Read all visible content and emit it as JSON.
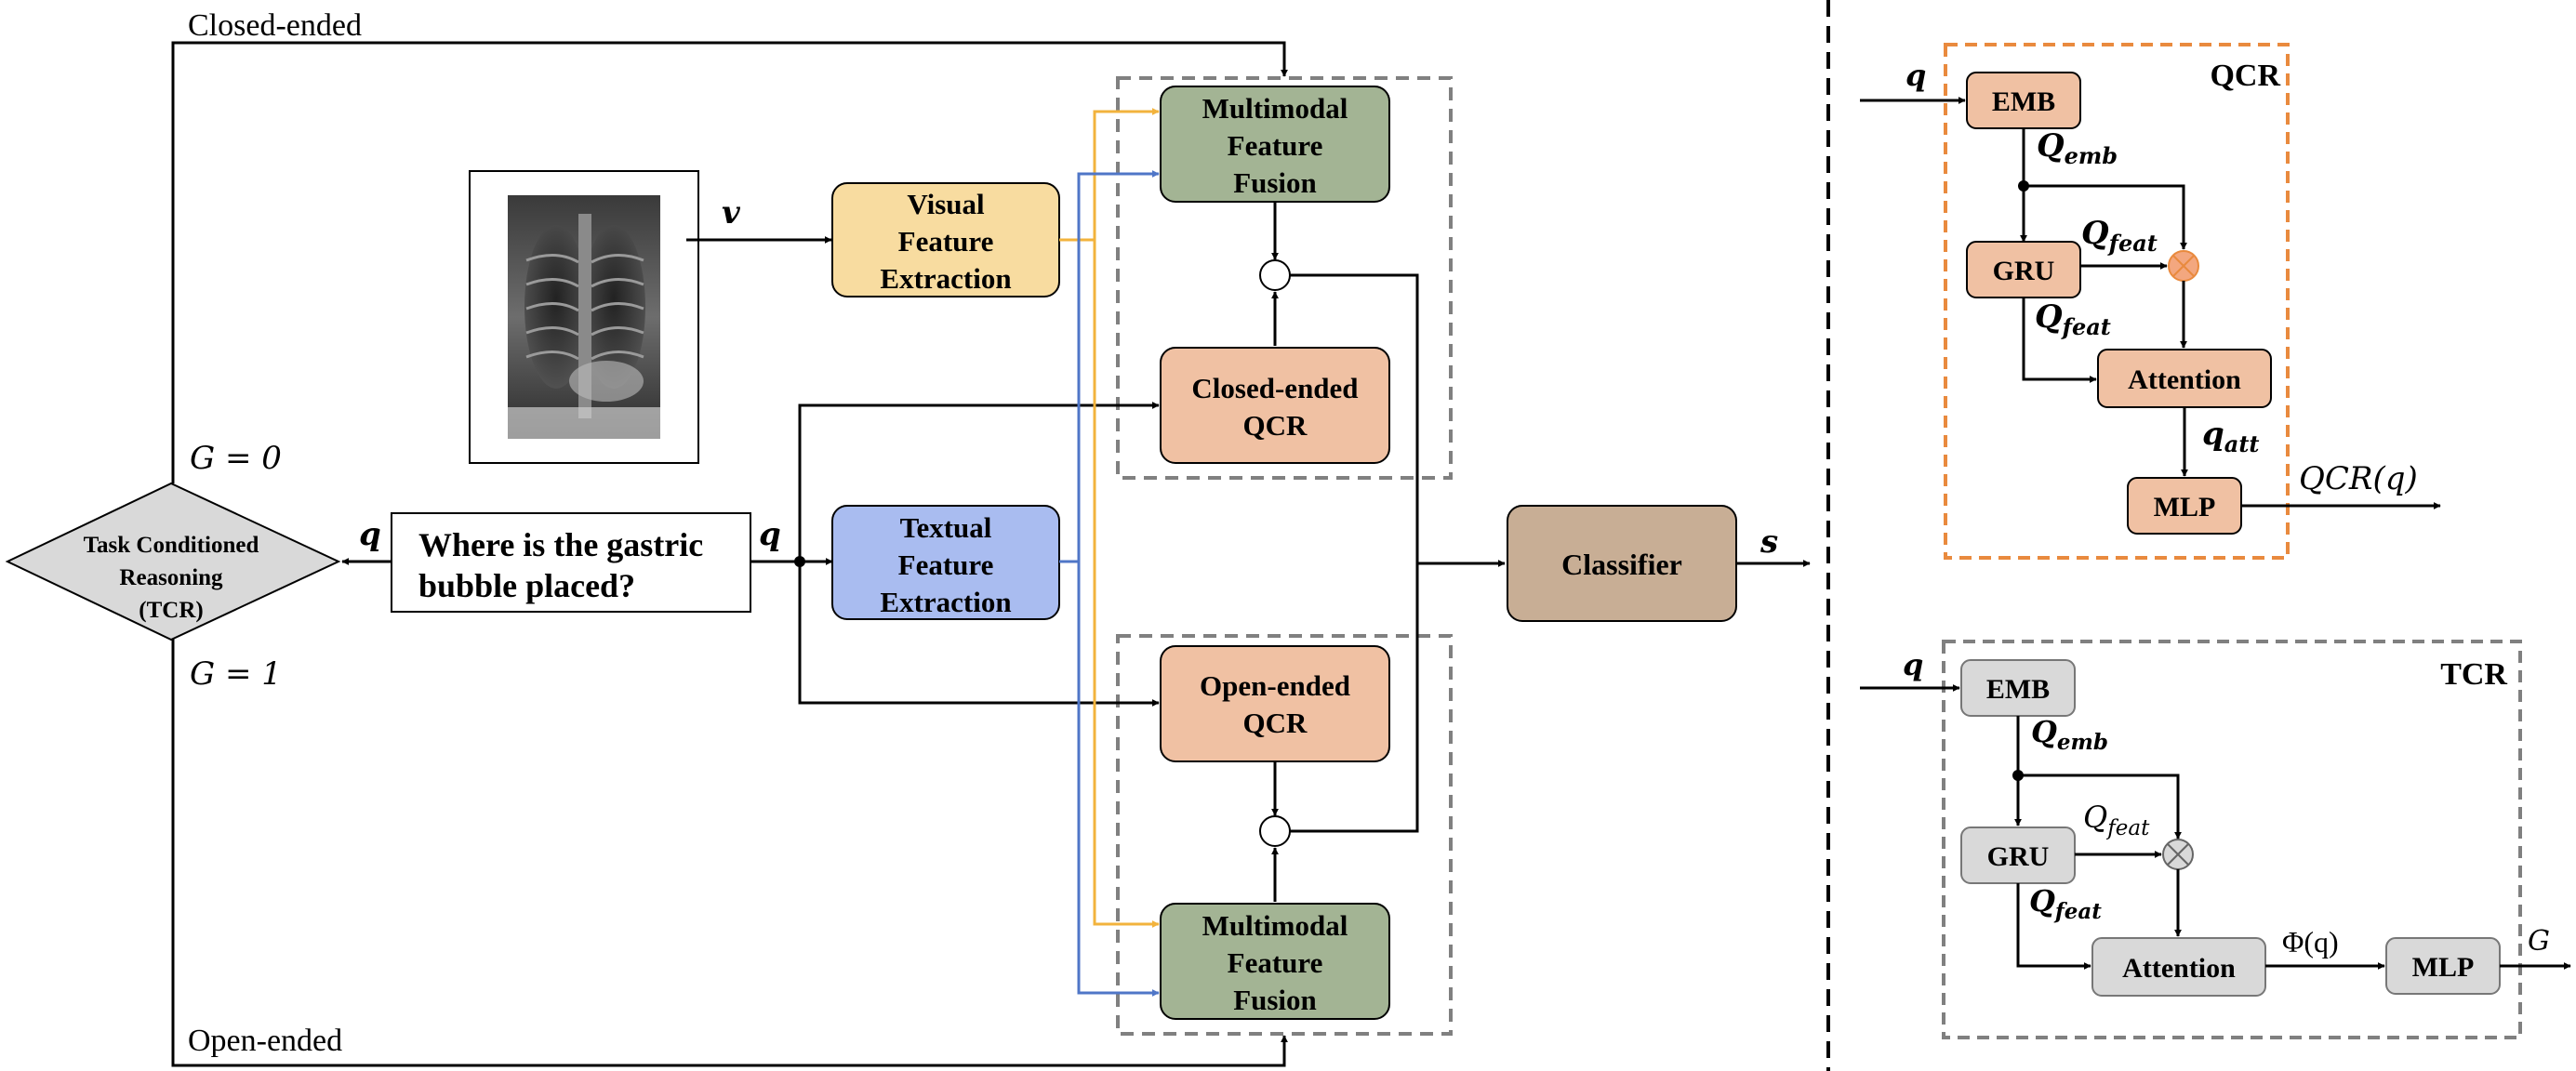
{
  "colors": {
    "visual": "#f8dca0",
    "textual": "#a9bcf0",
    "fusion": "#a3b494",
    "qcr": "#f0c1a3",
    "classifier": "#c8ae95",
    "tcr_gray": "#d9d9d9",
    "orange_dash": "#e98a3e",
    "gray_dash": "#808080",
    "yellow_line": "#f2b33d",
    "blue_line": "#4f76c7"
  },
  "labels": {
    "closed_ended": "Closed-ended",
    "open_ended": "Open-ended",
    "g0": "G = 0",
    "g1": "G = 1",
    "v": "v",
    "q": "q",
    "s": "s"
  },
  "question": {
    "line1": "Where is the gastric",
    "line2": "bubble placed?"
  },
  "tcr_diamond": {
    "line1": "Task Conditioned",
    "line2": "Reasoning",
    "line3": "(TCR)"
  },
  "visual_fe": {
    "line1": "Visual",
    "line2": "Feature",
    "line3": "Extraction"
  },
  "textual_fe": {
    "line1": "Textual",
    "line2": "Feature",
    "line3": "Extraction"
  },
  "mff_top": {
    "line1": "Multimodal",
    "line2": "Feature",
    "line3": "Fusion"
  },
  "mff_bottom": {
    "line1": "Multimodal",
    "line2": "Feature",
    "line3": "Fusion"
  },
  "closed_qcr": {
    "line1": "Closed-ended",
    "line2": "QCR"
  },
  "open_qcr": {
    "line1": "Open-ended",
    "line2": "QCR"
  },
  "classifier": "Classifier",
  "qcr_panel": {
    "title": "QCR",
    "input": "q",
    "emb": "EMB",
    "gru": "GRU",
    "attention": "Attention",
    "mlp": "MLP",
    "q_emb": "Q",
    "q_emb_sub": "emb",
    "q_feat_a": "Q",
    "q_feat_a_sub": "feat",
    "q_feat_b": "Q",
    "q_feat_b_sub": "feat",
    "q_att": "q",
    "q_att_sub": "att",
    "output": "QCR(q)"
  },
  "tcr_panel": {
    "title": "TCR",
    "input": "q",
    "emb": "EMB",
    "gru": "GRU",
    "attention": "Attention",
    "mlp": "MLP",
    "q_emb": "Q",
    "q_emb_sub": "emb",
    "q_feat_a": "Q",
    "q_feat_a_sub": "feat",
    "q_feat_b": "Q",
    "q_feat_b_sub": "feat",
    "phi": "Φ(q)",
    "output": "G"
  }
}
